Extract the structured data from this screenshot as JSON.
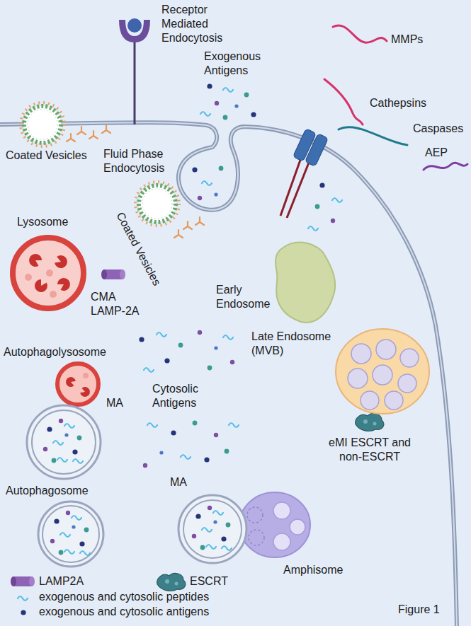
{
  "diagram": {
    "caption": "Figure 1",
    "nodes": [
      {
        "text": [
          "Lysosome"
        ]
      },
      {
        "text": [
          "Early Endosome"
        ]
      },
      {
        "text": [
          "Late Endosome (MVB)"
        ]
      },
      {
        "text": [
          "Autophagolysosome"
        ]
      },
      {
        "text": [
          "Autophagosome"
        ]
      },
      {
        "text": [
          "Amphisome"
        ]
      }
    ],
    "labels": [
      "Receptor Mediated Endocytosis",
      "MMPs",
      "Exogenous Antigens",
      "Cathepsins",
      "Caspases",
      "AEP",
      "Coated Vesicles",
      "Fluid Phase Endocytosis",
      "Coated Vesicles",
      "CMA LAMP-2A",
      "Cytosolic Antigens",
      "MA",
      "eMI ESCRT and non-ESCRT",
      "MA"
    ],
    "legend": [
      {
        "text": "LAMP2A"
      },
      {
        "text": "ESCRT"
      },
      {
        "text": "exogenous and cytosolic peptides"
      },
      {
        "text": "exogenous and cytosolic antigens"
      }
    ]
  }
}
